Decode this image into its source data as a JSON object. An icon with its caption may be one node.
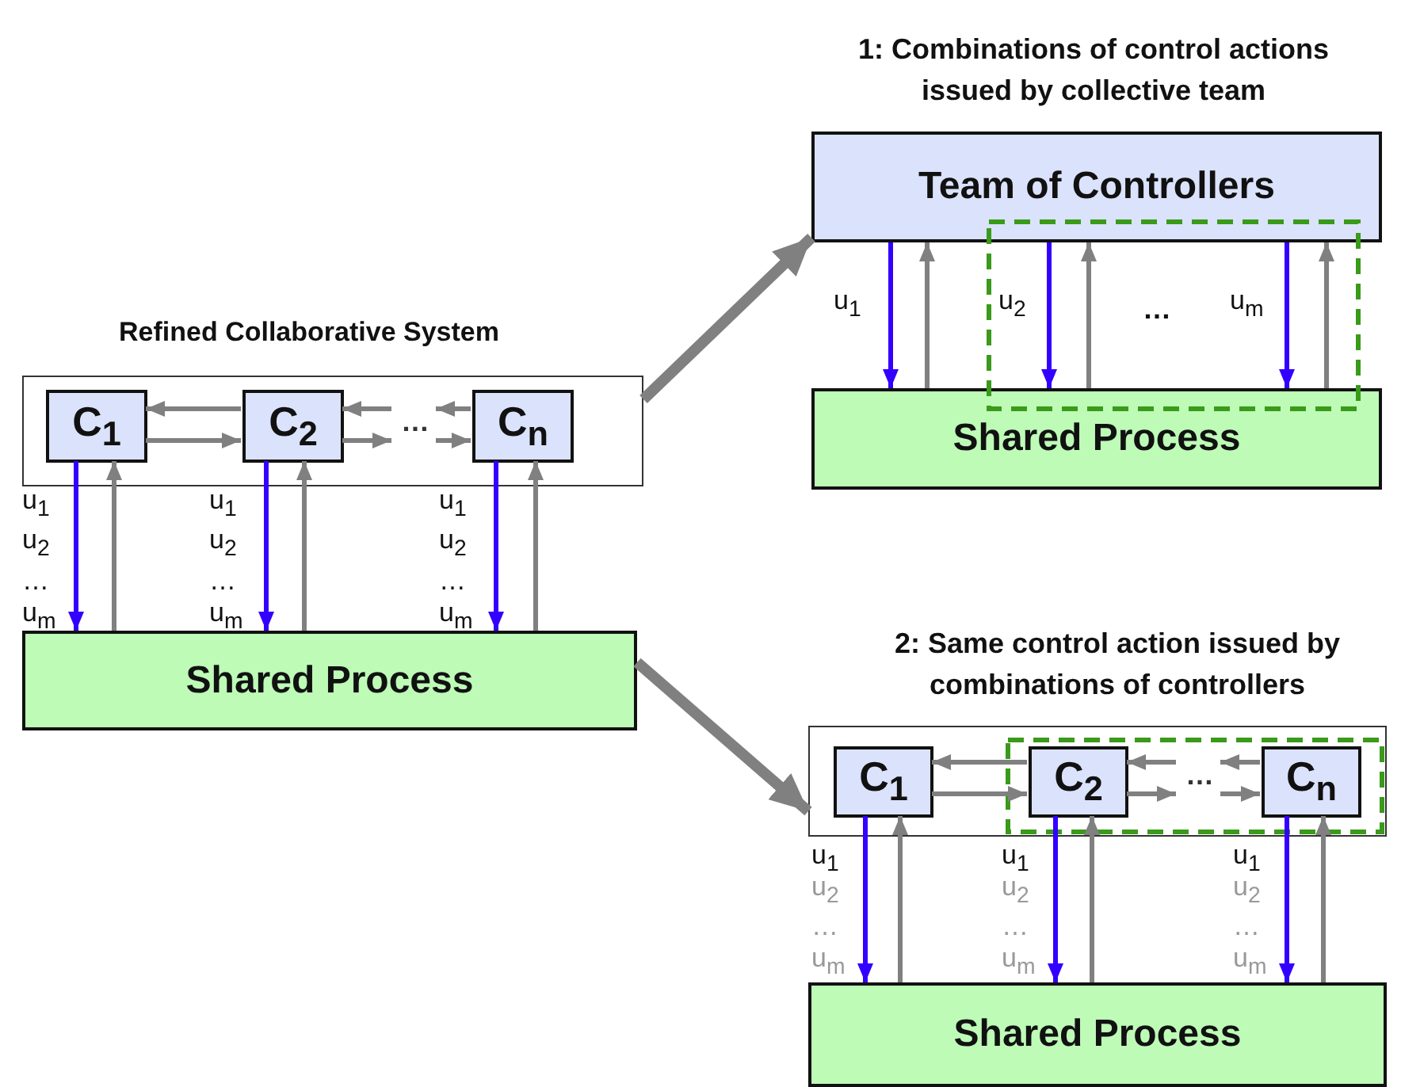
{
  "diagram": {
    "nodes": [
      {
        "text": [],
        "shape": "box"
      },
      {
        "text": [
          "C$_{1}$"
        ],
        "in": 0
      },
      {
        "text": [
          "C$_{2}$"
        ],
        "in": 0
      },
      {
        "text": [
          "…"
        ],
        "in": 0
      },
      {
        "text": [
          "C$_{n}$"
        ],
        "in": 0
      },
      {
        "text": [
          "Shared Process"
        ]
      },
      {
        "text": [
          "Team of Controllers"
        ]
      },
      {
        "text": [
          "Shared Process"
        ]
      },
      {
        "text": [],
        "shape": "box"
      },
      {
        "text": [
          "C$_{1}$"
        ],
        "in": 8
      },
      {
        "text": [
          "C$_{2}$"
        ],
        "in": 8
      },
      {
        "text": [
          "…"
        ],
        "in": 8
      },
      {
        "text": [
          "C$_{n}$"
        ],
        "in": 8
      },
      {
        "text": [
          "Shared Process"
        ]
      }
    ],
    "edges": [
      {
        "from": 2,
        "to": 1,
        "arrow": "to"
      },
      {
        "from": 1,
        "to": 2,
        "arrow": "to"
      },
      {
        "from": 3,
        "to": 2,
        "arrow": "to"
      },
      {
        "from": 2,
        "to": 3,
        "arrow": "to"
      },
      {
        "from": 4,
        "to": 3,
        "arrow": "to"
      },
      {
        "from": 3,
        "to": 4,
        "arrow": "to"
      },
      {
        "from": 1,
        "to": 5,
        "arrow": "to",
        "label": "u$_{1}$ u$_{2}$ … u$_{m}$",
        "color": "#3300ff"
      },
      {
        "from": 5,
        "to": 1,
        "arrow": "to"
      },
      {
        "from": 2,
        "to": 5,
        "arrow": "to",
        "label": "u$_{1}$ u$_{2}$ … u$_{m}$",
        "color": "#3300ff"
      },
      {
        "from": 5,
        "to": 2,
        "arrow": "to"
      },
      {
        "from": 4,
        "to": 5,
        "arrow": "to",
        "label": "u$_{1}$ u$_{2}$ … u$_{m}$",
        "color": "#3300ff"
      },
      {
        "from": 5,
        "to": 4,
        "arrow": "to"
      },
      {
        "from": 0,
        "to": 6,
        "arrow": "to",
        "style": "thick"
      },
      {
        "from": 5,
        "to": 8,
        "arrow": "to",
        "style": "thick"
      },
      {
        "from": 6,
        "to": 7,
        "arrow": "to",
        "label": "u$_{1}$",
        "color": "#3300ff"
      },
      {
        "from": 7,
        "to": 6,
        "arrow": "to"
      },
      {
        "from": 6,
        "to": 7,
        "arrow": "to",
        "label": "u$_{2}$",
        "color": "#3300ff"
      },
      {
        "from": 7,
        "to": 6,
        "arrow": "to"
      },
      {
        "from": 6,
        "to": 7,
        "arrow": "to",
        "label": "u$_{m}$",
        "color": "#3300ff"
      },
      {
        "from": 7,
        "to": 6,
        "arrow": "to"
      },
      {
        "from": 10,
        "to": 9,
        "arrow": "to"
      },
      {
        "from": 9,
        "to": 10,
        "arrow": "to"
      },
      {
        "from": 11,
        "to": 10,
        "arrow": "to"
      },
      {
        "from": 10,
        "to": 11,
        "arrow": "to"
      },
      {
        "from": 12,
        "to": 11,
        "arrow": "to"
      },
      {
        "from": 11,
        "to": 12,
        "arrow": "to"
      },
      {
        "from": 9,
        "to": 13,
        "arrow": "to",
        "label": "u$_{1}$",
        "color": "#3300ff"
      },
      {
        "from": 13,
        "to": 9,
        "arrow": "to"
      },
      {
        "from": 10,
        "to": 13,
        "arrow": "to",
        "label": "u$_{1}$",
        "color": "#3300ff"
      },
      {
        "from": 13,
        "to": 10,
        "arrow": "to"
      },
      {
        "from": 12,
        "to": 13,
        "arrow": "to",
        "label": "u$_{1}$",
        "color": "#3300ff"
      },
      {
        "from": 13,
        "to": 12,
        "arrow": "to"
      }
    ],
    "labels": [
      "1: Combinations of control actions issued by collective team",
      "Refined Collaborative System",
      "…",
      "2: Same control action issued by combinations of controllers",
      "u$_{2}$ … u$_{m}$",
      "u$_{2}$ … u$_{m}$",
      "u$_{2}$ … u$_{m}$"
    ]
  }
}
